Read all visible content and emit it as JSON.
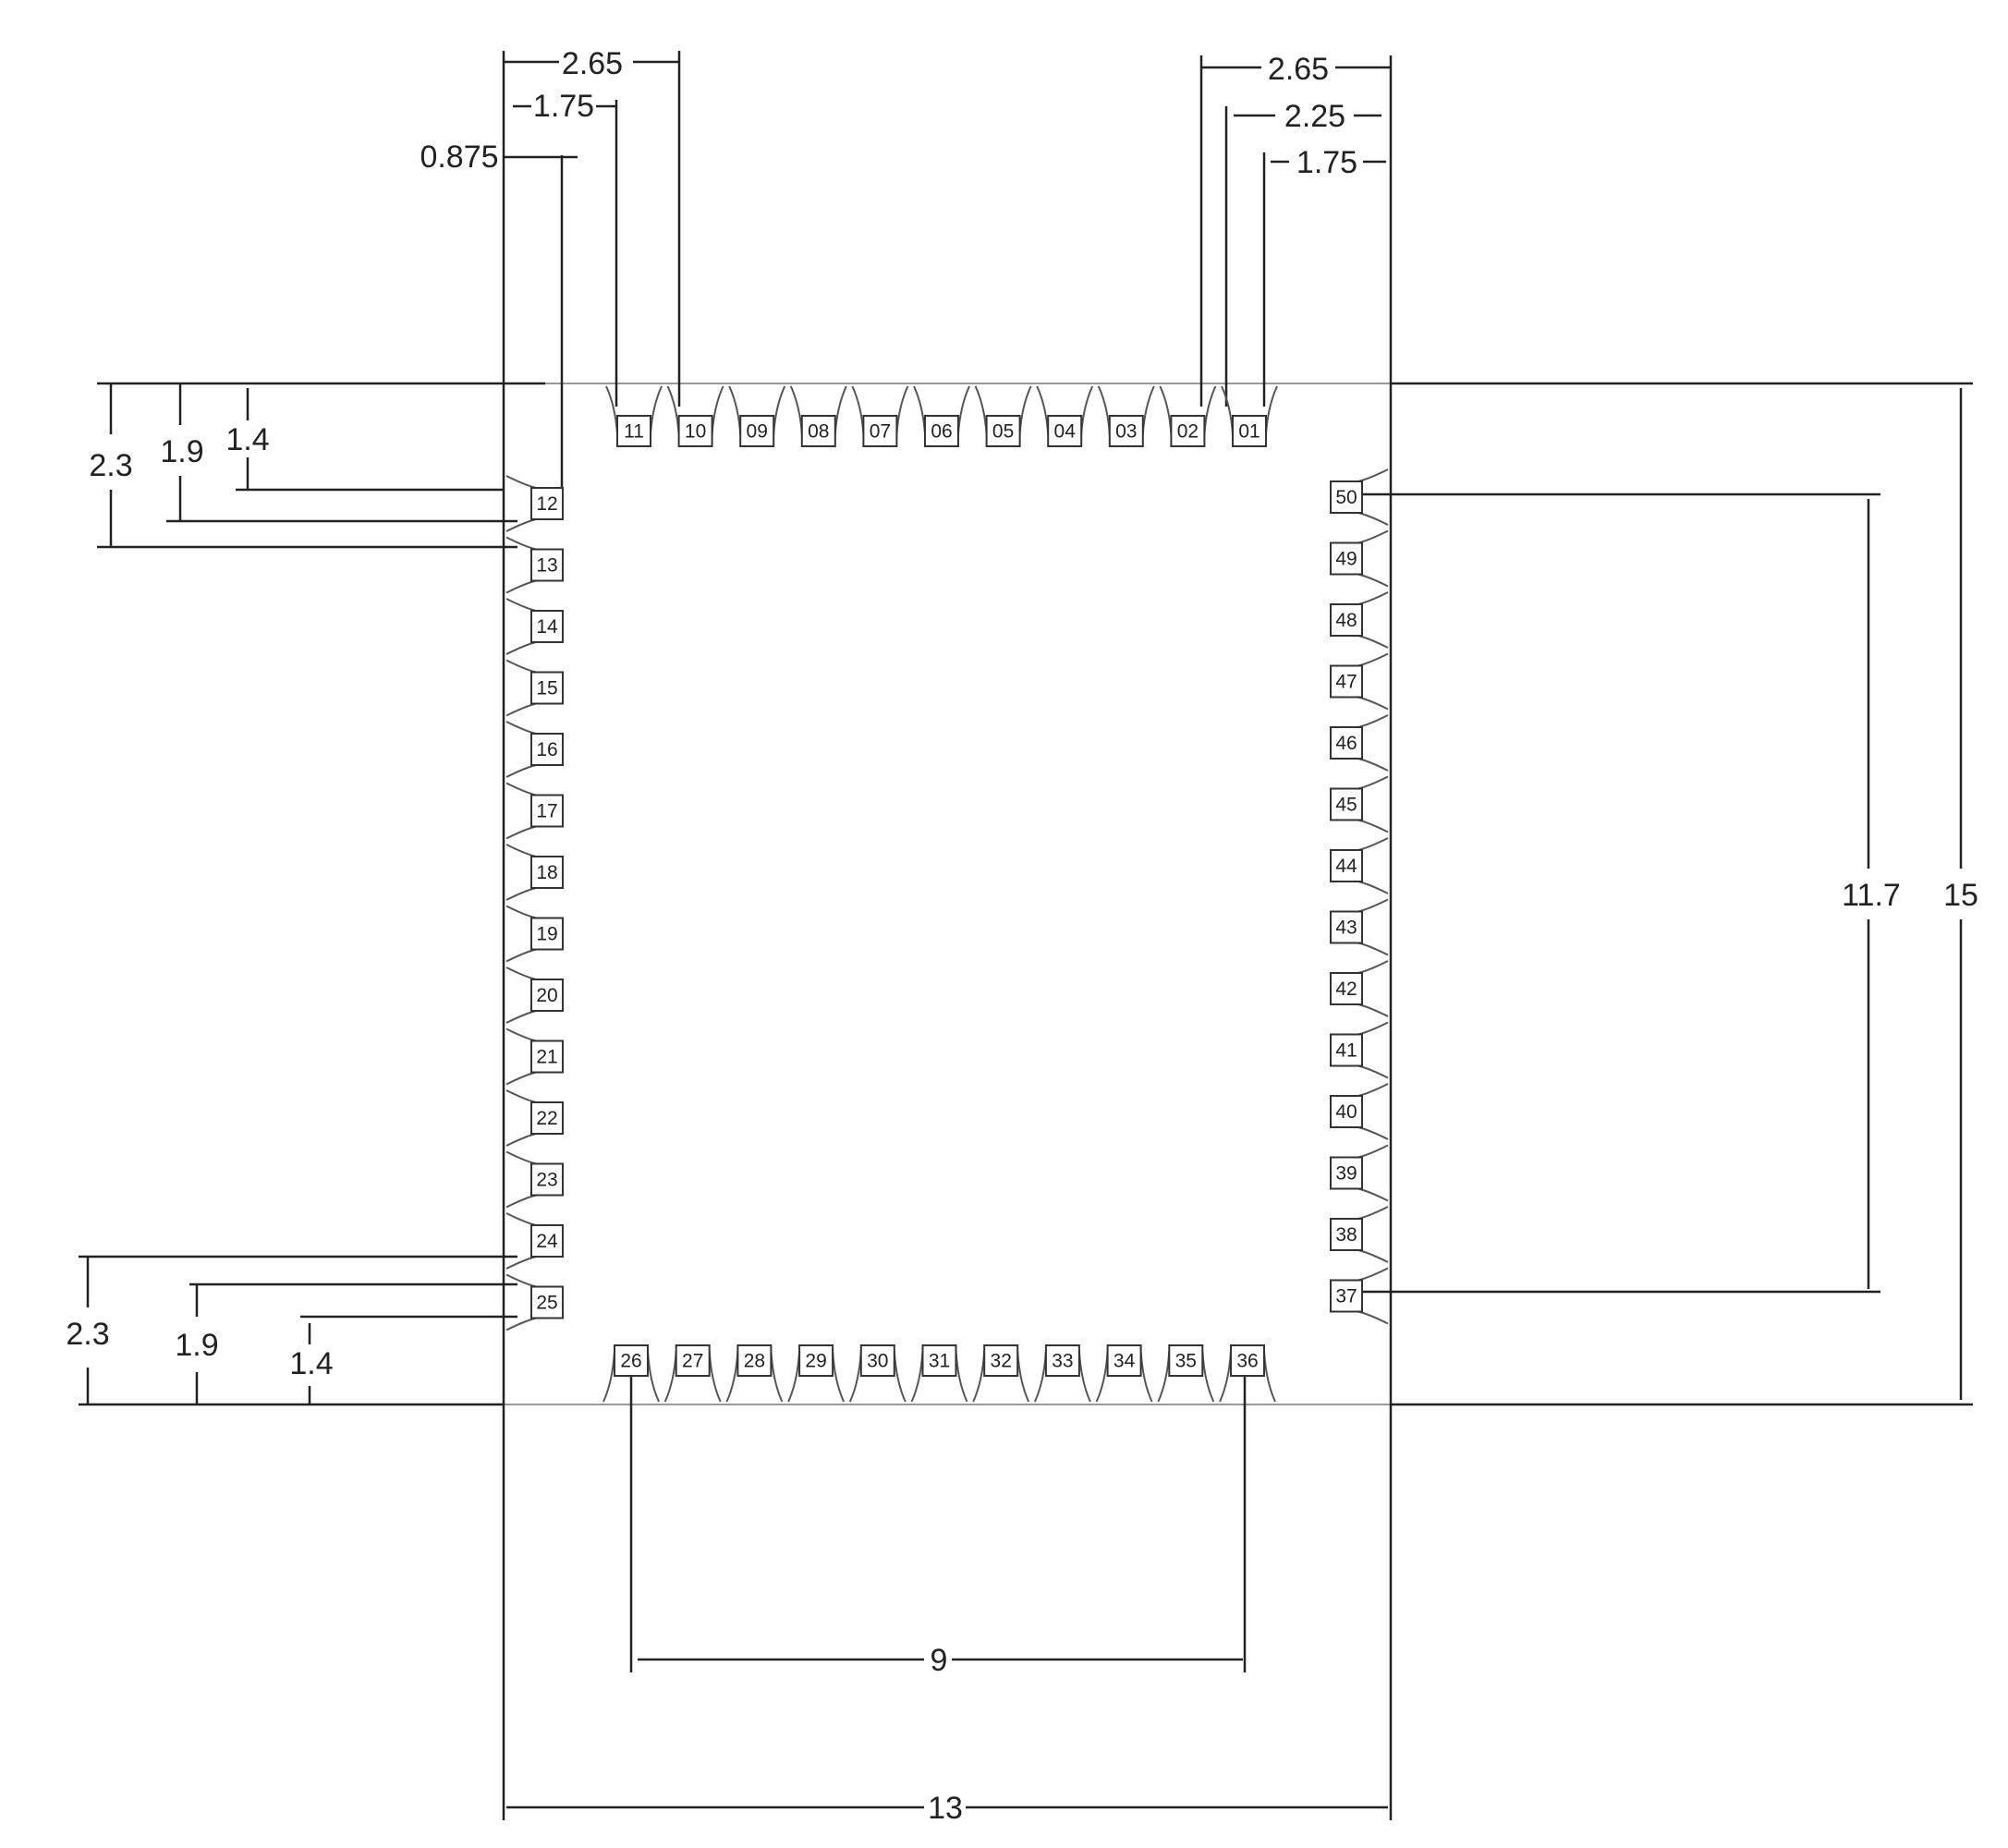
{
  "dimensions": {
    "top_left_2_65": "2.65",
    "top_left_1_75": "1.75",
    "top_left_0_875": "0.875",
    "top_right_2_65": "2.65",
    "top_right_2_25": "2.25",
    "top_right_1_75": "1.75",
    "left_top_2_3": "2.3",
    "left_top_1_9": "1.9",
    "left_top_1_4": "1.4",
    "left_bottom_2_3": "2.3",
    "left_bottom_1_9": "1.9",
    "left_bottom_1_4": "1.4",
    "right_11_7": "11.7",
    "right_15": "15",
    "bottom_9": "9",
    "bottom_13": "13"
  },
  "pins": {
    "top": [
      "11",
      "10",
      "09",
      "08",
      "07",
      "06",
      "05",
      "04",
      "03",
      "02",
      "01"
    ],
    "left": [
      "12",
      "13",
      "14",
      "15",
      "16",
      "17",
      "18",
      "19",
      "20",
      "21",
      "22",
      "23",
      "24",
      "25"
    ],
    "bottom": [
      "26",
      "27",
      "28",
      "29",
      "30",
      "31",
      "32",
      "33",
      "34",
      "35",
      "36"
    ],
    "right": [
      "50",
      "49",
      "48",
      "47",
      "46",
      "45",
      "44",
      "43",
      "42",
      "41",
      "40",
      "39",
      "38",
      "37"
    ]
  }
}
